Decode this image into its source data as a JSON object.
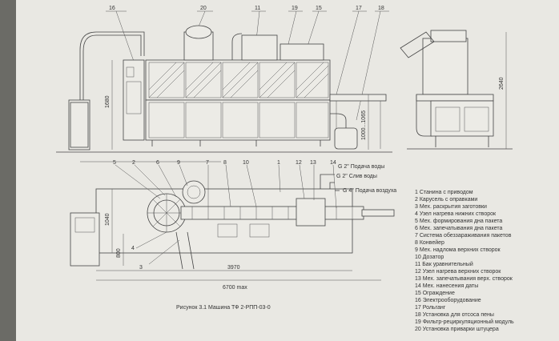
{
  "callouts_top": [
    "16",
    "20",
    "11",
    "19",
    "15",
    "17",
    "18"
  ],
  "callouts_bottom": [
    "5",
    "2",
    "6",
    "9",
    "7",
    "8",
    "10",
    "1",
    "12",
    "13",
    "14"
  ],
  "callouts_left": [
    "4",
    "3"
  ],
  "pipe_labels": [
    "G 2\" Подача воды",
    "G 2\" Слив воды",
    "G 4\" Подача воздуха"
  ],
  "dimensions": {
    "height_1": "1680",
    "height_2": "1000...1065",
    "height_3": "2640",
    "width_1": "1040",
    "width_2": "800",
    "length_1": "3970",
    "length_2": "6700 max"
  },
  "caption": "Рисунок 3.1 Машина ТФ 2-РПП-03-0",
  "legend": [
    "1  Станина с приводом",
    "2  Карусель с оправками",
    "3  Мех. раскрытия заготовки",
    "4  Узел нагрева нижних створок",
    "5  Мех. формирования дна пакета",
    "6  Мех. запечатывания дна пакета",
    "7  Система обеззараживания пакетов",
    "8  Конвейер",
    "9  Мех. надлома верхних створок",
    "10 Дозатор",
    "11 Бак уравнительный",
    "12 Узел нагрева верхних створок",
    "13 Мех. запечатывания верх. створок",
    "14 Мех. нанесения даты",
    "15 Ограждение",
    "16 Электрооборудование",
    "17 Рольганг",
    "18 Установка для отсоса пены",
    "19 Фильтр-рециркуляционный модуль",
    "20 Установка приварки штуцера"
  ]
}
